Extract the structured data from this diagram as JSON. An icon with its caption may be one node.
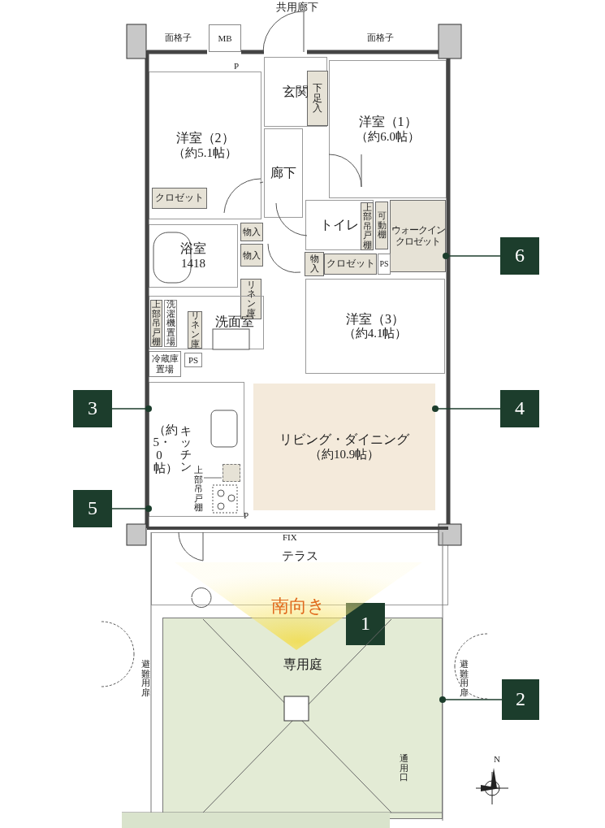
{
  "diagram": {
    "nodes": [
      {
        "text": [
          "洋室（2）",
          "（約5.1帖）"
        ]
      },
      {
        "text": [
          "クロゼット"
        ],
        "in": 0
      },
      {
        "text": [
          "MB"
        ]
      },
      {
        "text": [
          "玄関"
        ]
      },
      {
        "text": [
          "下足入"
        ],
        "in": 3
      },
      {
        "text": [
          "洋室（1）",
          "（約6.0帖）"
        ]
      },
      {
        "text": [
          "廊下"
        ]
      },
      {
        "text": [
          "トイレ"
        ]
      },
      {
        "text": [
          "上部吊戸棚"
        ],
        "in": 7
      },
      {
        "text": [
          "可動棚"
        ]
      },
      {
        "text": [
          "ウォークインクロゼット"
        ]
      },
      {
        "text": [
          "浴室",
          "1418"
        ]
      },
      {
        "text": [
          "物入"
        ]
      },
      {
        "text": [
          "物入"
        ]
      },
      {
        "text": [
          "物入"
        ]
      },
      {
        "text": [
          "クロゼット"
        ]
      },
      {
        "text": [
          "PS"
        ]
      },
      {
        "text": [
          "リネン庫"
        ]
      },
      {
        "text": [
          "洗面室"
        ]
      },
      {
        "text": [
          "上部吊戸棚"
        ],
        "in": 18
      },
      {
        "text": [
          "洗濯機置場"
        ],
        "in": 18
      },
      {
        "text": [
          "リネン庫"
        ],
        "in": 18
      },
      {
        "text": [
          "冷蔵庫置場"
        ]
      },
      {
        "text": [
          "PS"
        ]
      },
      {
        "text": [
          "洋室（3）",
          "（約4.1帖）"
        ]
      },
      {
        "text": [
          "リビング・ダイニング",
          "（約10.9帖）"
        ]
      },
      {
        "text": [
          "（約5・0帖）",
          "キッチン"
        ]
      },
      {
        "text": [
          "上部吊戸棚"
        ],
        "in": 26
      },
      {
        "text": [],
        "shape": "box",
        "in": 26
      },
      {
        "text": [
          "テラス"
        ]
      },
      {
        "text": [
          "専用庭"
        ]
      },
      {
        "text": [
          "1"
        ]
      },
      {
        "text": [
          "2"
        ]
      },
      {
        "text": [
          "3"
        ]
      },
      {
        "text": [
          "4"
        ]
      },
      {
        "text": [
          "5"
        ]
      },
      {
        "text": [
          "6"
        ]
      }
    ],
    "edges": [
      {
        "from": 27,
        "to": 28,
        "arrow": "none"
      },
      {
        "from": 32,
        "to": 30,
        "arrow": "other"
      },
      {
        "from": 33,
        "to": 26,
        "arrow": "other"
      },
      {
        "from": 34,
        "to": 25,
        "arrow": "other"
      },
      {
        "from": 35,
        "to": 26,
        "arrow": "other"
      },
      {
        "from": 36,
        "to": 10,
        "arrow": "other"
      }
    ],
    "labels": [
      "共用廊下",
      "面格子",
      "面格子",
      "P",
      "P",
      "FIX",
      "南向き",
      "避難用扉",
      "避難用扉",
      "通用口",
      "N"
    ]
  }
}
